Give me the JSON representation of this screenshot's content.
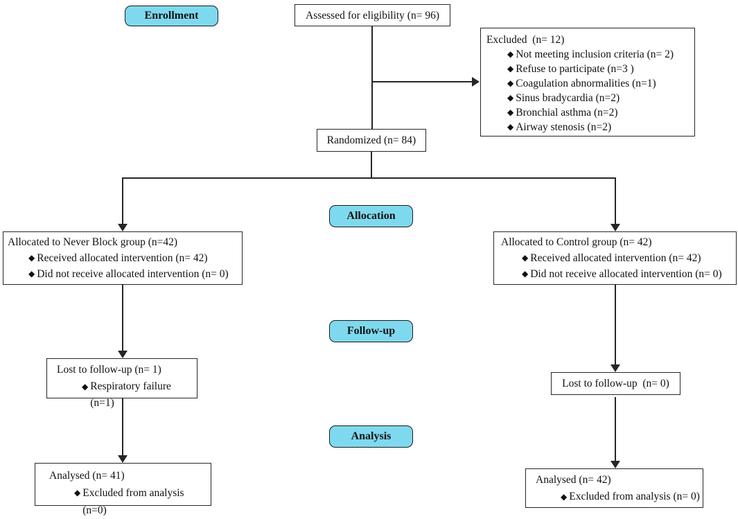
{
  "bullet_glyph": "◆",
  "colors": {
    "stage_fill": "#7fd9ee",
    "line_color": "#262626",
    "text_color": "#111111"
  },
  "stages": {
    "enrollment": "Enrollment",
    "allocation": "Allocation",
    "followup": "Follow-up",
    "analysis": "Analysis"
  },
  "boxes": {
    "assessed": {
      "text": "Assessed for eligibility (n= 96)"
    },
    "excluded": {
      "title": "Excluded  (n= 12)",
      "items": [
        "Not meeting inclusion criteria (n= 2)",
        "Refuse to participate (n=3 )",
        "Coagulation abnormalities (n=1)",
        "Sinus bradycardia (n=2)",
        "Bronchial asthma (n=2)",
        "Airway stenosis (n=2)"
      ]
    },
    "randomized": {
      "text": "Randomized (n= 84)"
    },
    "allocation_left": {
      "title": "Allocated to Never Block group (n=42)",
      "items": [
        "Received allocated intervention (n= 42)",
        "Did not receive allocated intervention (n= 0)"
      ]
    },
    "allocation_right": {
      "title": "Allocated to Control group (n= 42)",
      "items": [
        "Received allocated intervention (n= 42)",
        "Did not receive allocated intervention (n= 0)"
      ]
    },
    "followup_left": {
      "title": "Lost to follow-up (n= 1)",
      "items": [
        "Respiratory failure (n=1)"
      ]
    },
    "followup_right": {
      "text": "Lost to follow-up  (n= 0)"
    },
    "analysis_left": {
      "title": "Analysed (n= 41)",
      "items": [
        "Excluded from analysis (n=0)"
      ]
    },
    "analysis_right": {
      "title": "Analysed (n= 42)",
      "items": [
        "Excluded from analysis (n= 0)"
      ]
    }
  }
}
